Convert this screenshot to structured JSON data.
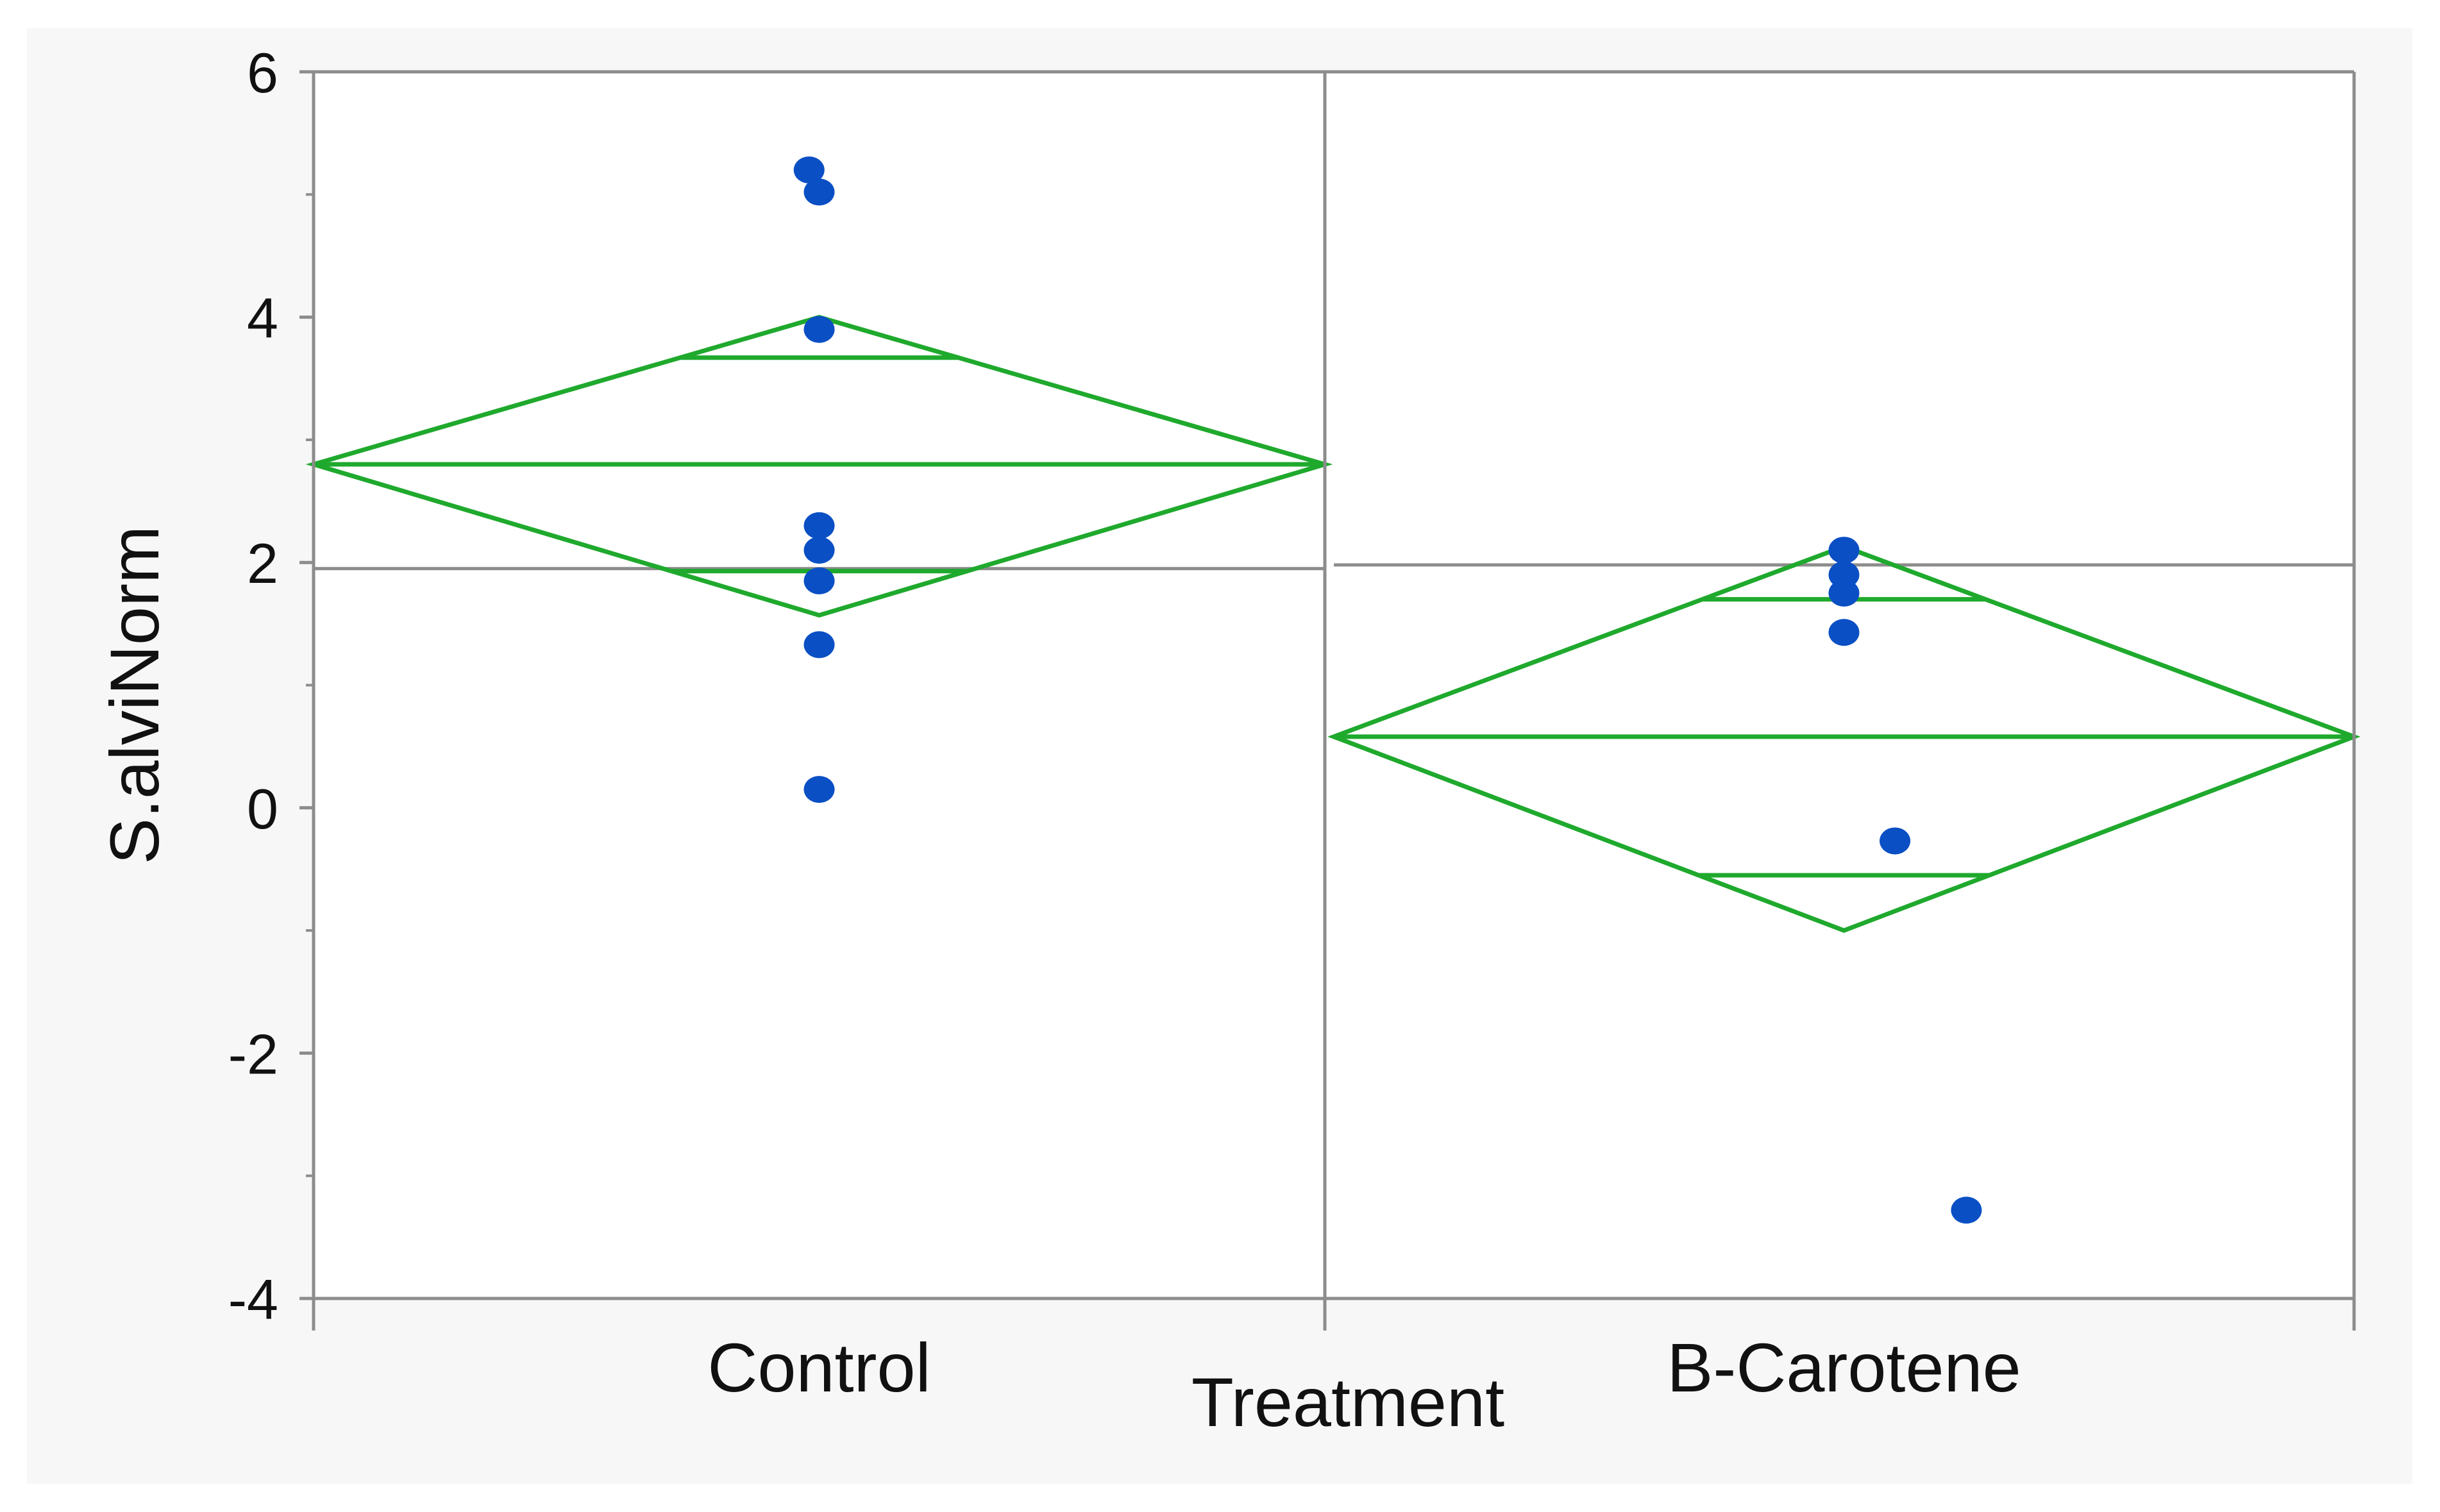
{
  "chart_data": {
    "type": "scatter",
    "xlabel": "Treatment",
    "ylabel": "S.alviNorm",
    "ylim": [
      -4,
      6
    ],
    "yticks": [
      6,
      4,
      2,
      0,
      -2,
      -4
    ],
    "grid": false,
    "categories": [
      "Control",
      "B-Carotene"
    ],
    "points": [
      {
        "category": "Control",
        "x_offset": -0.01,
        "y": 5.2
      },
      {
        "category": "Control",
        "x_offset": 0.0,
        "y": 5.02
      },
      {
        "category": "Control",
        "x_offset": 0.0,
        "y": 3.9
      },
      {
        "category": "Control",
        "x_offset": 0.0,
        "y": 2.3
      },
      {
        "category": "Control",
        "x_offset": 0.0,
        "y": 2.1
      },
      {
        "category": "Control",
        "x_offset": 0.0,
        "y": 1.85
      },
      {
        "category": "Control",
        "x_offset": 0.0,
        "y": 1.33
      },
      {
        "category": "Control",
        "x_offset": 0.0,
        "y": 0.15
      },
      {
        "category": "B-Carotene",
        "x_offset": 0.0,
        "y": 2.1
      },
      {
        "category": "B-Carotene",
        "x_offset": 0.0,
        "y": 1.9
      },
      {
        "category": "B-Carotene",
        "x_offset": 0.0,
        "y": 1.75
      },
      {
        "category": "B-Carotene",
        "x_offset": 0.0,
        "y": 1.43
      },
      {
        "category": "B-Carotene",
        "x_offset": 0.05,
        "y": -0.27
      },
      {
        "category": "B-Carotene",
        "x_offset": 0.12,
        "y": -3.28
      }
    ],
    "means_diamonds": [
      {
        "category": "Control",
        "mean": 2.8,
        "lower_ci": 1.57,
        "upper_ci": 4.0,
        "lower_overlap": 1.93,
        "upper_overlap": 3.67
      },
      {
        "category": "B-Carotene",
        "mean": 0.58,
        "lower_ci": -1.0,
        "upper_ci": 2.13,
        "lower_overlap": -0.55,
        "upper_overlap": 1.7
      }
    ],
    "reference_lines": [
      {
        "category": "Control",
        "y": 1.95
      },
      {
        "category": "B-Carotene",
        "y": 1.98
      }
    ],
    "colors": {
      "points": "#0a4fc4",
      "diamonds": "#1fa92d",
      "reference": "#8c8c8c",
      "axis": "#8c8c8c",
      "text": "#111111"
    }
  }
}
